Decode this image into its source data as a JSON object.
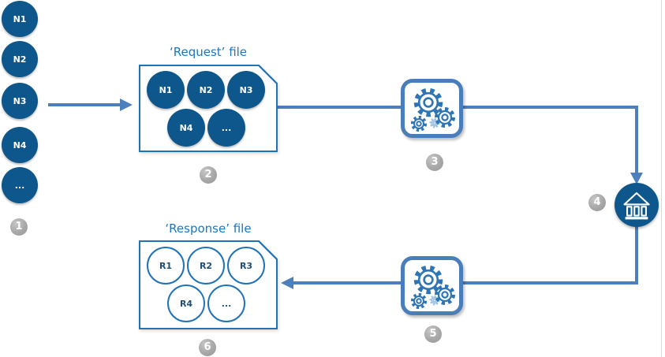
{
  "palette": {
    "node_fill": "#0E578C",
    "box_border": "#2173B8",
    "connector": "#4C7FBC",
    "icon_frame": "#4A7EBB",
    "gear_stroke": "#2E75B6",
    "gear_accent": "#9CC3E5",
    "badge_gray": "#A9A9A9",
    "title_text": "#1B76C0",
    "outline_label": "#1F4E79"
  },
  "input_stack": {
    "badge": "1",
    "nodes": [
      "N1",
      "N2",
      "N3",
      "N4",
      "..."
    ]
  },
  "request_file": {
    "title": "‘Request’ file",
    "badge": "2",
    "nodes": [
      "N1",
      "N2",
      "N3",
      "N4",
      "..."
    ]
  },
  "request_processing": {
    "badge": "3",
    "icon": "gears-icon"
  },
  "destination": {
    "badge": "4",
    "icon": "bank-icon"
  },
  "response_processing": {
    "badge": "5",
    "icon": "gears-icon"
  },
  "response_file": {
    "title": "‘Response’ file",
    "badge": "6",
    "nodes": [
      "R1",
      "R2",
      "R3",
      "R4",
      "..."
    ]
  }
}
